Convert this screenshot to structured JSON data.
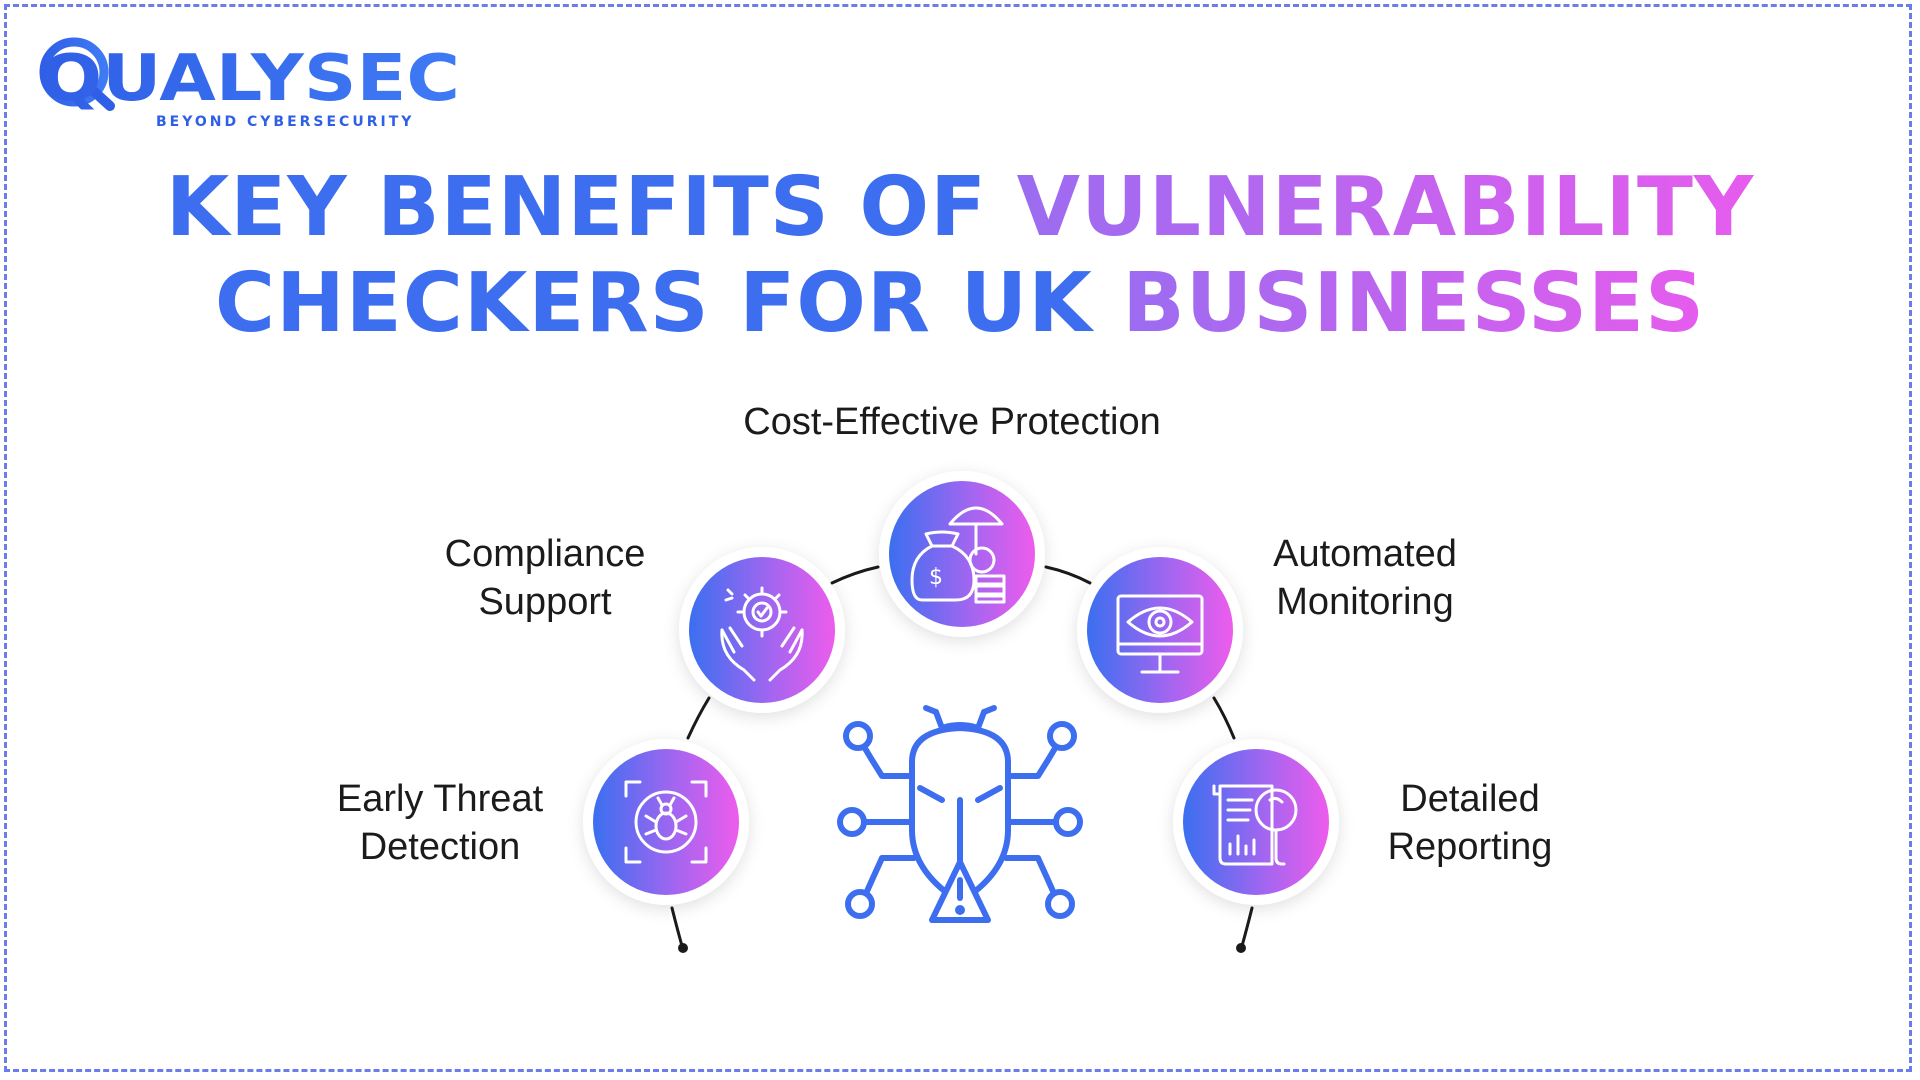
{
  "brand": {
    "name": "QUALYSEC",
    "tagline": "BEYOND CYBERSECURITY",
    "colors": {
      "blue": "#3d6ef0",
      "violet": "#9b6cf0",
      "pink": "#e65cee"
    }
  },
  "title": {
    "line1_part1": "KEY BENEFITS OF ",
    "line1_part2": "VULNERABILITY",
    "line2_part1": "CHECKERS FOR UK ",
    "line2_part2": "BUSINESSES"
  },
  "benefits": [
    {
      "id": "cost",
      "line1": "Cost-Effective Protection",
      "line2": "",
      "icon": "money-bag-umbrella-icon"
    },
    {
      "id": "compliance",
      "line1": "Compliance",
      "line2": "Support",
      "icon": "hands-gear-icon"
    },
    {
      "id": "monitoring",
      "line1": "Automated",
      "line2": "Monitoring",
      "icon": "monitor-eye-gear-icon"
    },
    {
      "id": "threat",
      "line1": "Early Threat",
      "line2": "Detection",
      "icon": "bug-target-icon"
    },
    {
      "id": "reporting",
      "line1": "Detailed",
      "line2": "Reporting",
      "icon": "report-magnifier-icon"
    }
  ],
  "center_icon": "bug-warning-icon"
}
